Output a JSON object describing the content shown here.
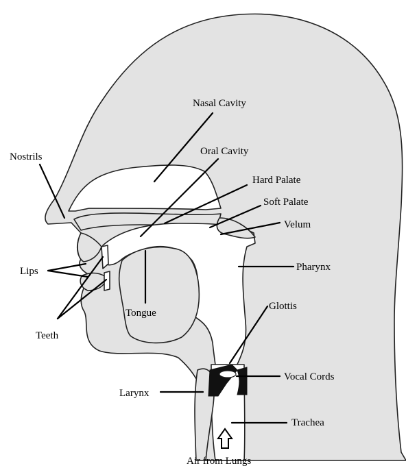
{
  "colors": {
    "tissue": "#e3e3e3",
    "outline": "#222222",
    "cavity": "#ffffff",
    "leader": "#000000",
    "background": "#ffffff"
  },
  "labels": {
    "nasal_cavity": "Nasal Cavity",
    "nostrils": "Nostrils",
    "oral_cavity": "Oral Cavity",
    "hard_palate": "Hard Palate",
    "soft_palate": "Soft Palate",
    "velum": "Velum",
    "lips": "Lips",
    "pharynx": "Pharynx",
    "tongue": "Tongue",
    "glottis": "Glottis",
    "teeth": "Teeth",
    "vocal_cords": "Vocal Cords",
    "larynx": "Larynx",
    "trachea": "Trachea",
    "air_from_lungs": "Air from Lungs"
  },
  "icons": {
    "airflow": "up-arrow-icon"
  }
}
